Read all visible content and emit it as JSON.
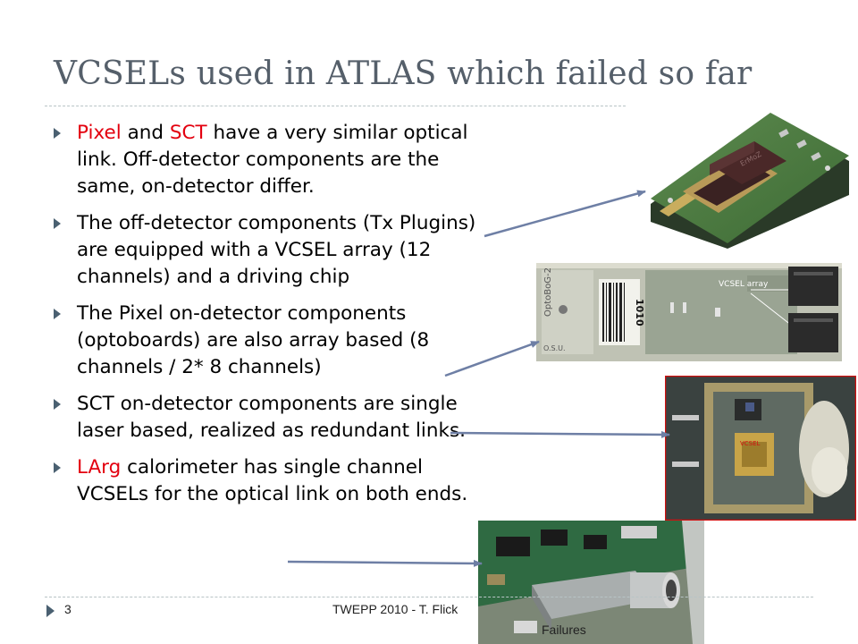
{
  "slide": {
    "title": "VCSELs used in ATLAS which failed so far",
    "bullets": [
      {
        "parts": [
          {
            "text": "Pixel",
            "red": true
          },
          {
            "text": " and "
          },
          {
            "text": "SCT",
            "red": true
          },
          {
            "text": " have a very similar optical link. Off-detector components are the same, on-detector differ."
          }
        ]
      },
      {
        "parts": [
          {
            "text": "The off-detector components (Tx Plugins) are equipped with a VCSEL array (12 channels) and a driving chip"
          }
        ]
      },
      {
        "parts": [
          {
            "text": "The Pixel on-detector components (optoboards) are also array based (8 channels / 2* 8 channels)"
          }
        ]
      },
      {
        "parts": [
          {
            "text": "SCT on-detector components are single laser based, realized as redundant links."
          }
        ]
      },
      {
        "parts": [
          {
            "text": "LArg",
            "red": true
          },
          {
            "text": " calorimeter has single channel VCSELs for the optical link on both ends."
          }
        ]
      }
    ],
    "photos": {
      "tx_plugin": {
        "chip_label": "ErMoZ"
      },
      "optoboard": {
        "side_label": "OptoBoG-2",
        "barcode_number": "1010",
        "bottom_label": "O.S.U.",
        "annotation": "VCSEL array"
      },
      "sct_closeup": {
        "label": "VCSEL"
      },
      "larg_board": {}
    },
    "footer": {
      "page_number": "3",
      "text": "TWEPP 2010 - T. Flick",
      "text_cont": "Failures"
    }
  }
}
